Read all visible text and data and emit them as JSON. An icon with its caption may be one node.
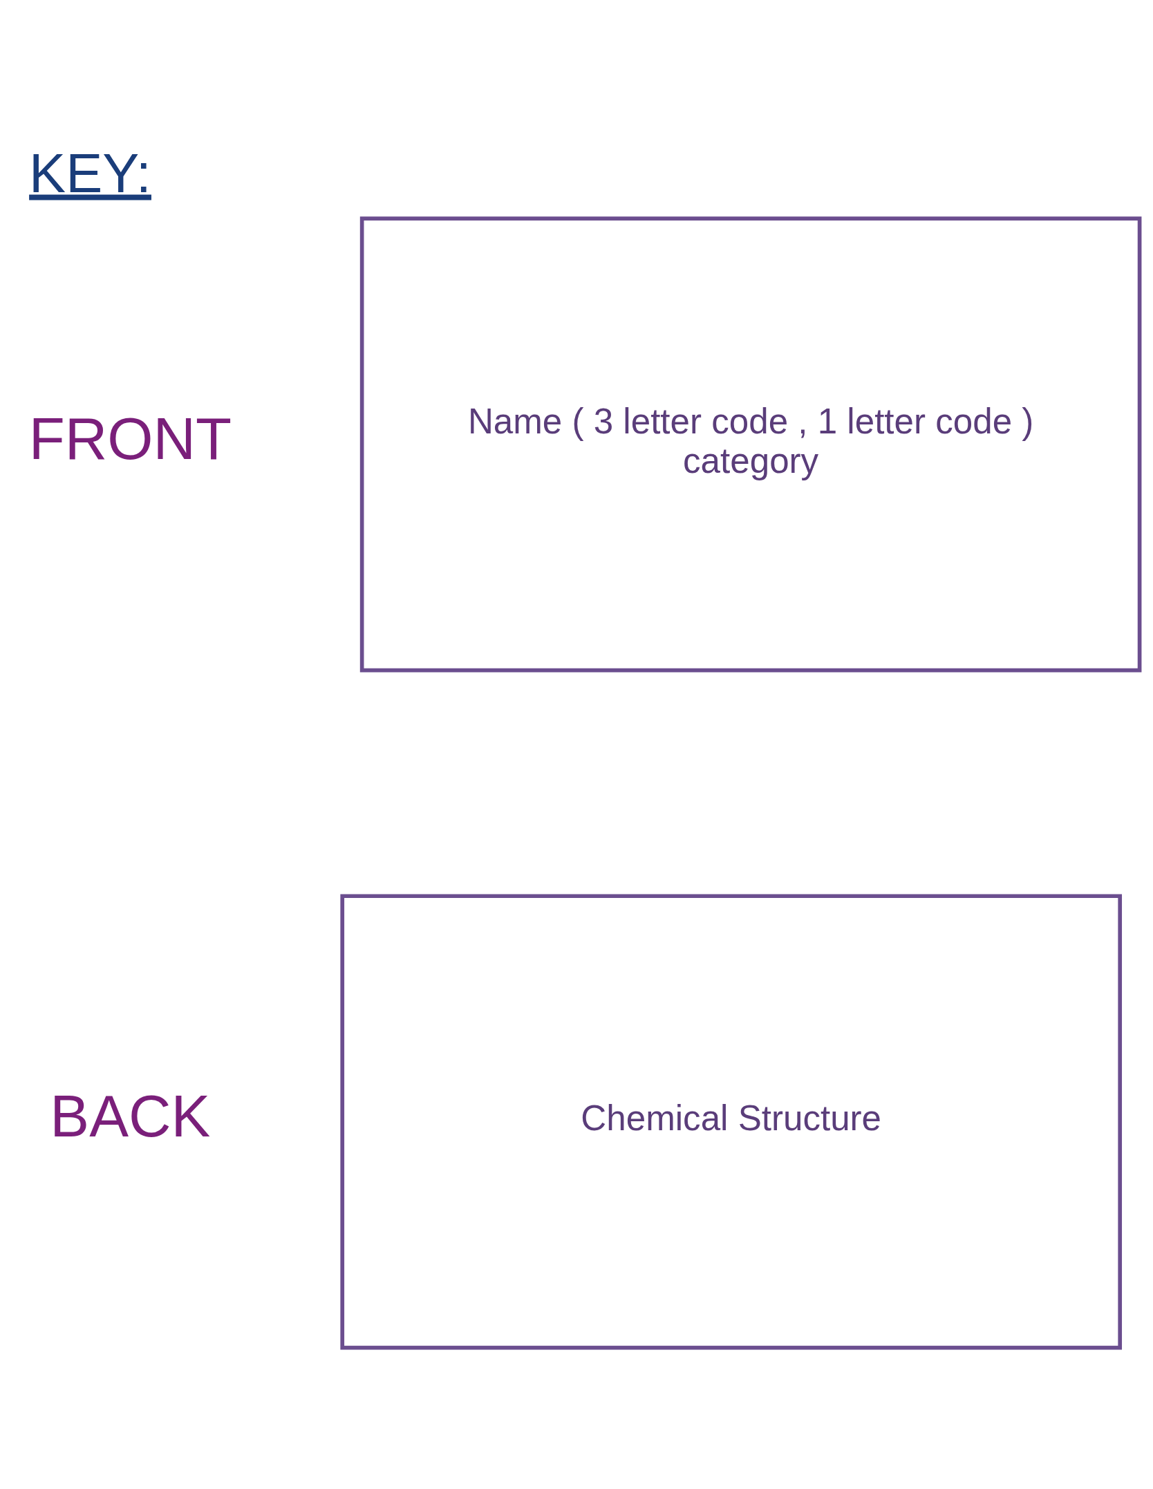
{
  "diagram": {
    "title": "KEY:",
    "nodes": [
      {
        "text": [
          "Name ( 3 letter code , 1 letter code )",
          "category"
        ],
        "beside": [
          "FRONT"
        ]
      },
      {
        "text": [
          "Chemical Structure"
        ],
        "beside": [
          "BACK"
        ]
      }
    ]
  }
}
